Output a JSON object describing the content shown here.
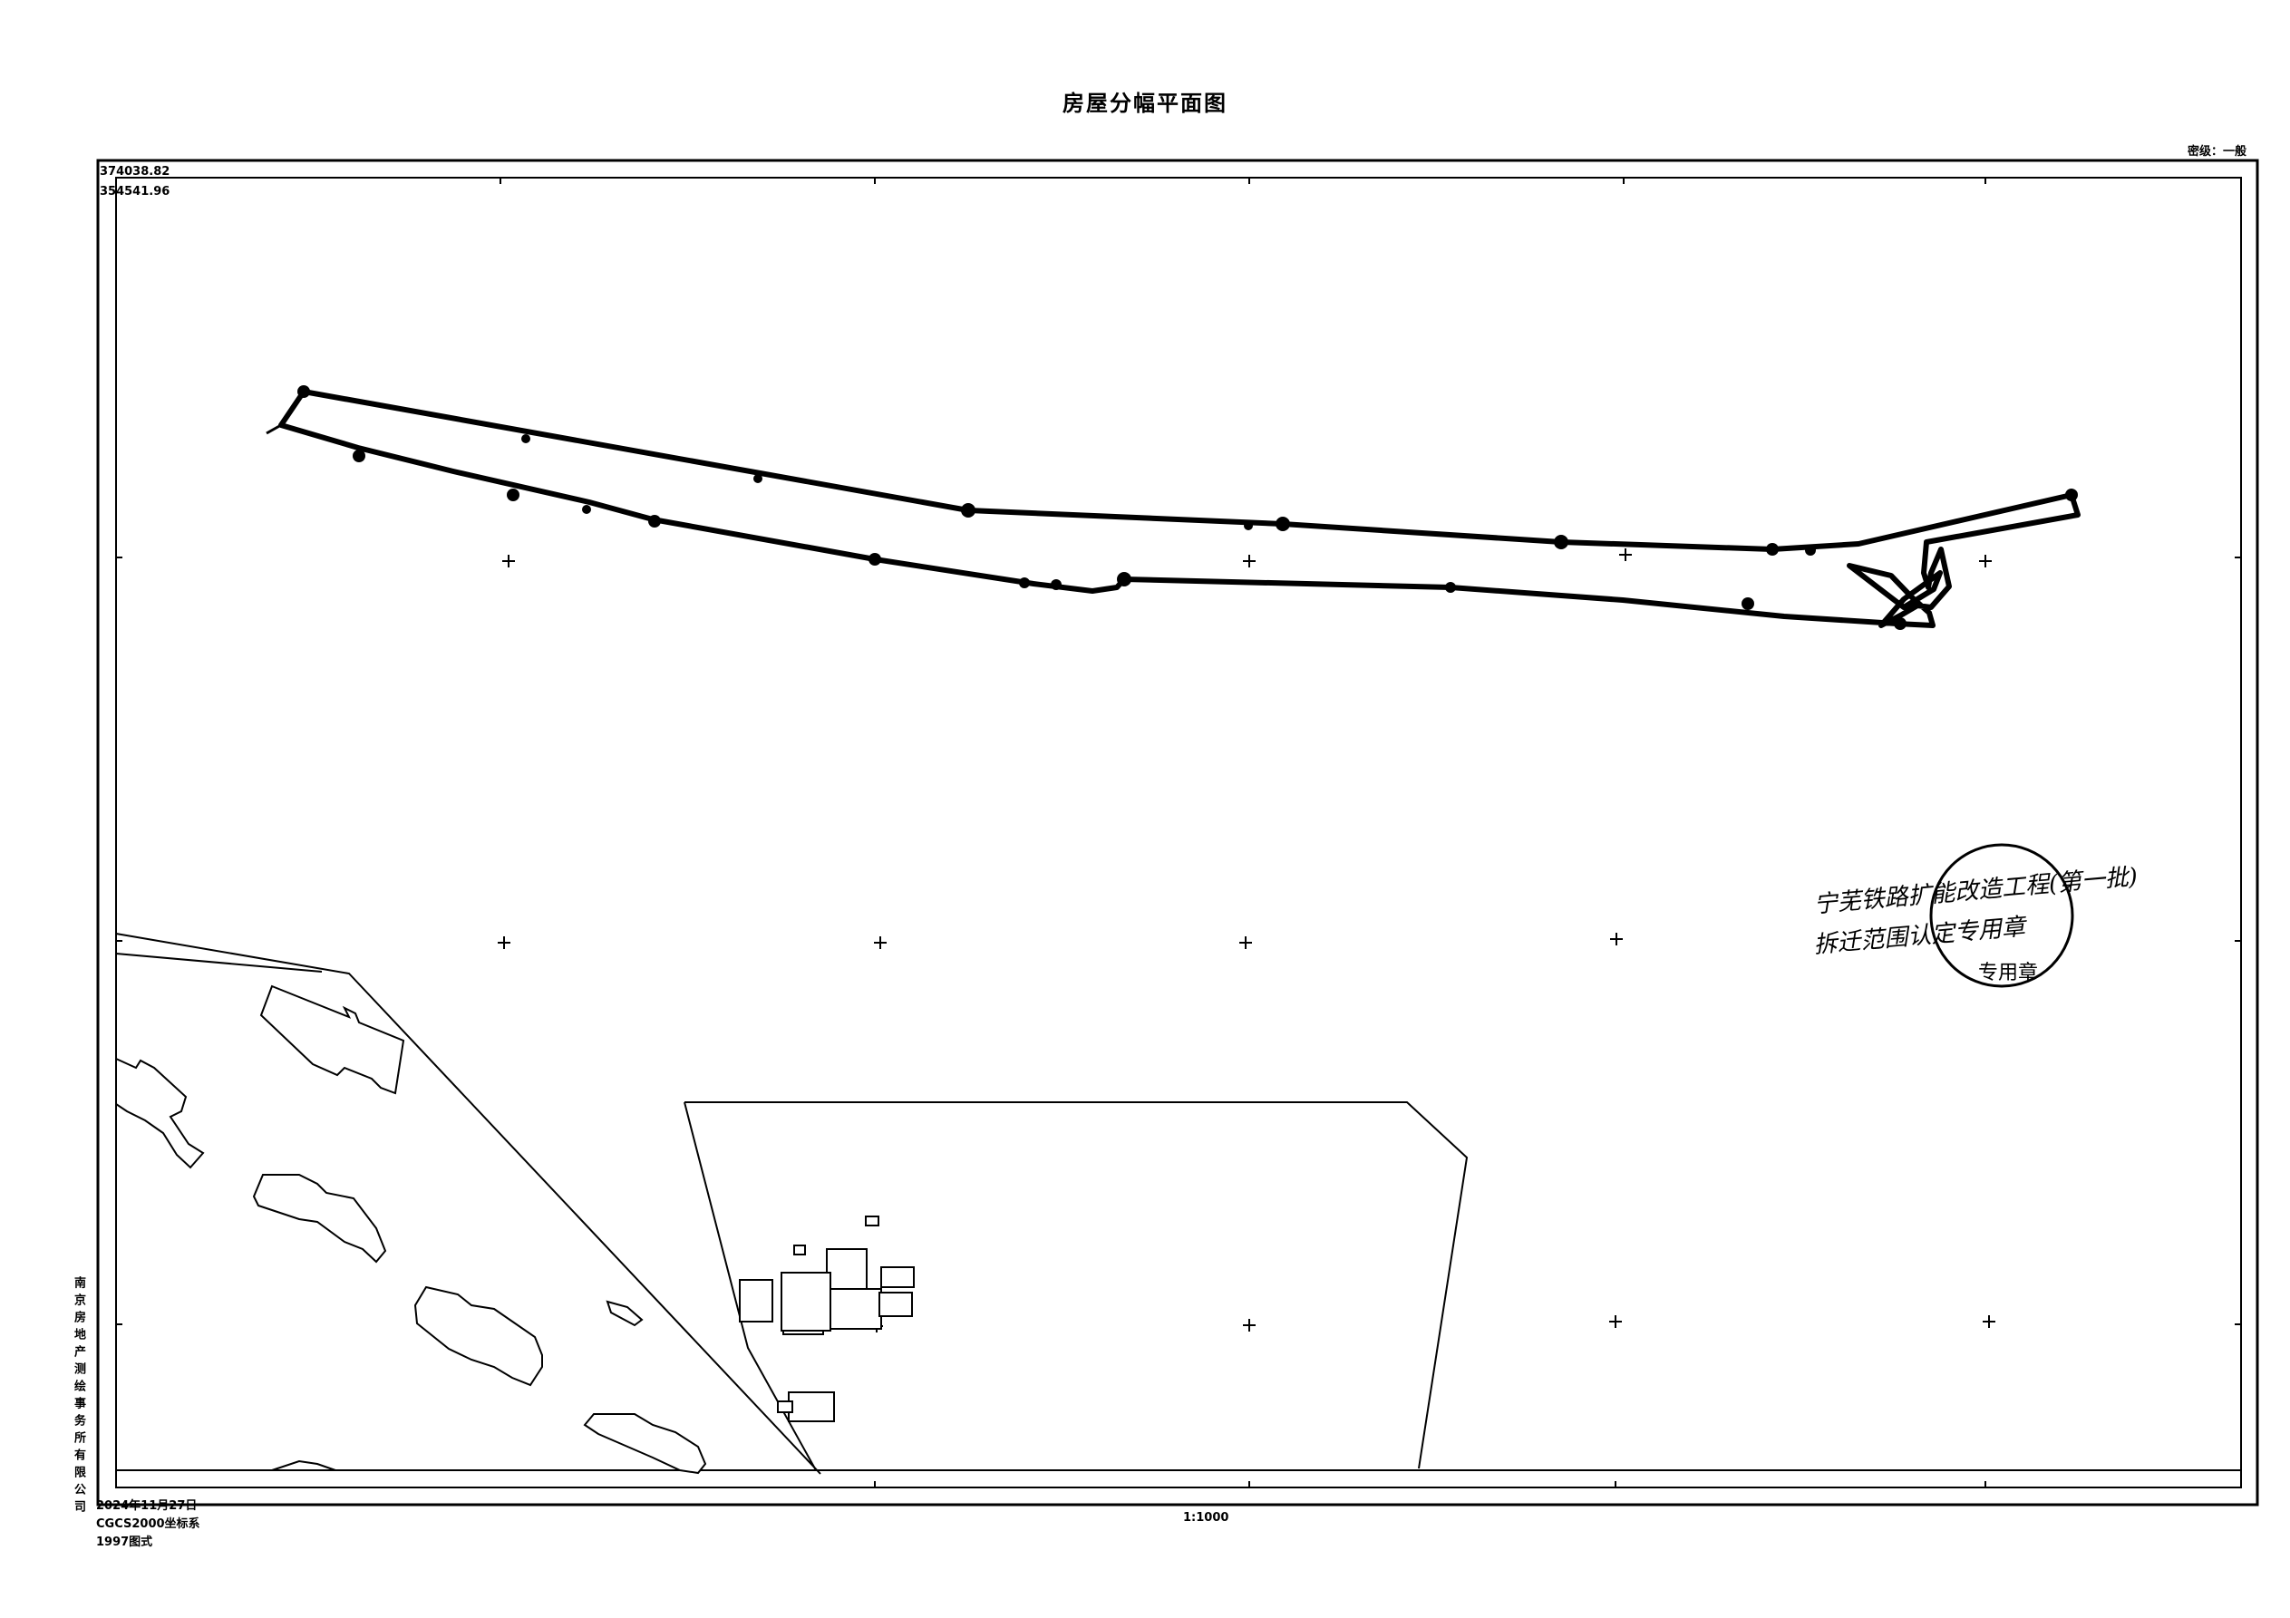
{
  "header": {
    "title": "房屋分幅平面图",
    "top_right": "密级：一般"
  },
  "coords": {
    "x": "374038.82",
    "y": "354541.96"
  },
  "company": "南京房地产测绘事务所有限公司",
  "footer": {
    "date": "2024年11月27日",
    "crs": "CGCS2000坐标系",
    "edition": "1997图式",
    "scale": "1:1000"
  },
  "stamp": {
    "line1": "宁芜铁路扩能改造工程(第一批)",
    "line2": "拆迁范围认定专用章",
    "seal_text": "专用章"
  }
}
